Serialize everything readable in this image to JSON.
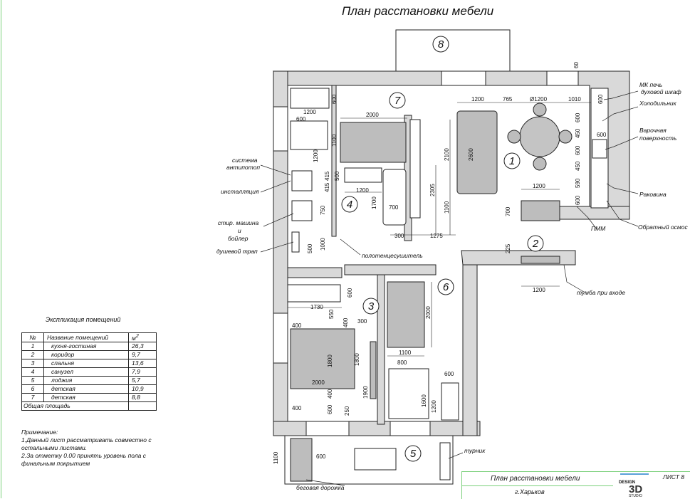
{
  "title": "План расстановки мебели",
  "rooms": [
    {
      "num": "1"
    },
    {
      "num": "2"
    },
    {
      "num": "3"
    },
    {
      "num": "4"
    },
    {
      "num": "5"
    },
    {
      "num": "6"
    },
    {
      "num": "7"
    },
    {
      "num": "8"
    }
  ],
  "labels": {
    "mk_oven": "МК печь",
    "oven_cabinet": "духовой шкаф",
    "fridge": "Холодильник",
    "hob": "Варочная",
    "hob2": "поверхность",
    "sink": "Раковина",
    "reverse_osmosis": "Обратный осмос",
    "pmm": "ПММ",
    "antileak": "система",
    "antileak2": "антипотоп",
    "installation": "инсталляция",
    "washer": "стир. машина",
    "washer_and": "и",
    "boiler": "бойлер",
    "shower_drain": "душевой трап",
    "towel_dryer": "полотенцесушитель",
    "hall_cabinet": "тумба при входе",
    "horizontal_bar": "турник",
    "treadmill": "беговая дорожка"
  },
  "dims": {
    "d1200a": "1200",
    "d765": "765",
    "d_round": "Ø1200",
    "d1010": "1010",
    "d60": "60",
    "d600_fr": "600",
    "d600_k1": "600",
    "d450a": "450",
    "d600_k2": "600",
    "d450b": "450",
    "d590": "590",
    "d600_pmm": "600",
    "d1200_k": "1200",
    "d700_k": "700",
    "d2600": "2600",
    "d2100": "2100",
    "d2305": "2305",
    "d1100_c": "1100",
    "d300_c": "300",
    "d1275": "1275",
    "d2000_b7": "2000",
    "d1100_b7": "1100",
    "d1200_7": "1200",
    "d600_7": "600",
    "d600_7b": "600",
    "d1200_7v": "1200",
    "d415a": "415",
    "d415b": "415",
    "d500_4": "500",
    "d1200_4": "1200",
    "d1700": "1700",
    "d700_bath": "700",
    "d750": "750",
    "d1000": "1000",
    "d500_sh": "500",
    "d225": "225",
    "d1200_hall": "1200",
    "d600_3w": "600",
    "d1730": "1730",
    "d550": "550",
    "d400_3a": "400",
    "d400_3b": "400",
    "d1800": "1800",
    "d2000_3": "2000",
    "d400_3c": "400",
    "d400_3d": "400",
    "d600_3b": "600",
    "d250": "250",
    "d300_3": "300",
    "d1800_v": "1800",
    "d1900": "1900",
    "d2000_6": "2000",
    "d1100_6": "1100",
    "d800": "800",
    "d600_6": "600",
    "d1600": "1600",
    "d1200_6": "1200",
    "d1100_5": "1100",
    "d600_5": "600"
  },
  "explication": {
    "title": "Экспликация помещений",
    "headers": {
      "num": "№",
      "name": "Название помещений",
      "area": "м",
      "area_sup": "2"
    },
    "rows": [
      {
        "num": "1",
        "name": "кухня-гостиная",
        "area": "26,3"
      },
      {
        "num": "2",
        "name": "коридор",
        "area": "9,7"
      },
      {
        "num": "3",
        "name": "спальня",
        "area": "13,6"
      },
      {
        "num": "4",
        "name": "санузел",
        "area": "7,9"
      },
      {
        "num": "5",
        "name": "лоджия",
        "area": "5,7"
      },
      {
        "num": "6",
        "name": "детская",
        "area": "10,9"
      },
      {
        "num": "7",
        "name": "детская",
        "area": "8,8"
      }
    ],
    "total_label": "Общая  площадь",
    "total_value": ""
  },
  "notes": {
    "header": "Примечание:",
    "line1": "1.Данный лист рассматривать совместно с остальными листами.",
    "line2": "2.За отметку 0.00 принять уровень пола с финальным покрытием"
  },
  "stamp": {
    "title": "План расстановки мебели",
    "city": "г.Харьков",
    "sheet": "ЛИСТ 8",
    "logo_design": "DESIGN",
    "logo_3d": "3D",
    "logo_studio": "STUDIO"
  },
  "colors": {
    "frame": "#7bd07b",
    "wall": "#d9d9d9",
    "furniture": "#bdbdbd",
    "logo": "#5aa0d8"
  }
}
